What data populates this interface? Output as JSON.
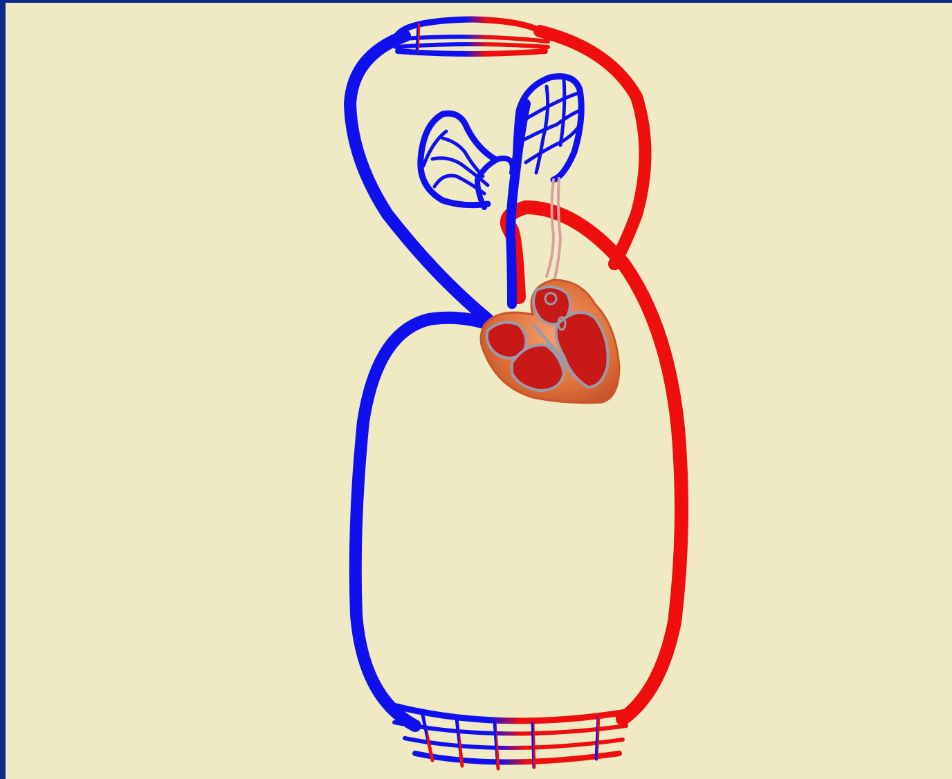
{
  "colors": {
    "frame": "#0b2a8a",
    "background": "#efeac3",
    "deoxygenated": "#1010ee",
    "oxygenated": "#ee0e0e",
    "heart_outer": "#e0703a",
    "heart_chamber": "#c81818",
    "heart_outline": "#9a9aa8"
  },
  "diagram": {
    "subject": "circulatory-system",
    "parts": [
      "upper-body-capillary-bed",
      "lower-body-capillary-bed",
      "left-lung",
      "right-lung",
      "heart",
      "superior-vena-cava",
      "inferior-vena-cava",
      "aorta",
      "pulmonary-artery",
      "pulmonary-vein"
    ]
  }
}
